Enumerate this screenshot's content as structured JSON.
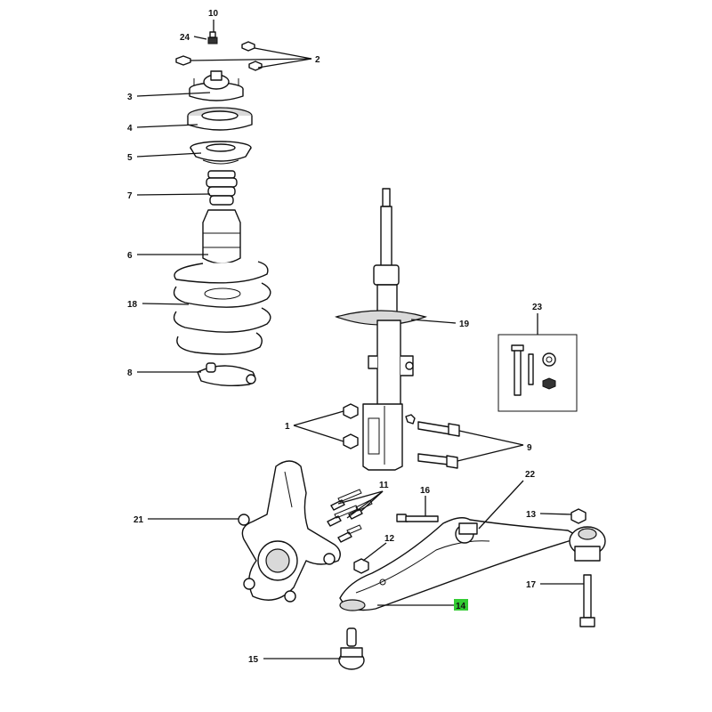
{
  "callouts": [
    {
      "id": "c10",
      "text": "10"
    },
    {
      "id": "c24",
      "text": "24"
    },
    {
      "id": "c2",
      "text": "2"
    },
    {
      "id": "c3",
      "text": "3"
    },
    {
      "id": "c4",
      "text": "4"
    },
    {
      "id": "c5",
      "text": "5"
    },
    {
      "id": "c7",
      "text": "7"
    },
    {
      "id": "c6",
      "text": "6"
    },
    {
      "id": "c18",
      "text": "18"
    },
    {
      "id": "c8",
      "text": "8"
    },
    {
      "id": "c19",
      "text": "19"
    },
    {
      "id": "c23",
      "text": "23"
    },
    {
      "id": "c1",
      "text": "1"
    },
    {
      "id": "c9",
      "text": "9"
    },
    {
      "id": "c22",
      "text": "22"
    },
    {
      "id": "c11",
      "text": "11"
    },
    {
      "id": "c16",
      "text": "16"
    },
    {
      "id": "c21",
      "text": "21"
    },
    {
      "id": "c12",
      "text": "12"
    },
    {
      "id": "c13",
      "text": "13"
    },
    {
      "id": "c17",
      "text": "17"
    },
    {
      "id": "c14",
      "text": "14",
      "highlight": "#33cc33"
    },
    {
      "id": "c15",
      "text": "15"
    }
  ],
  "colors": {
    "line": "#111111",
    "highlight": "#33cc33",
    "background": "#ffffff"
  }
}
